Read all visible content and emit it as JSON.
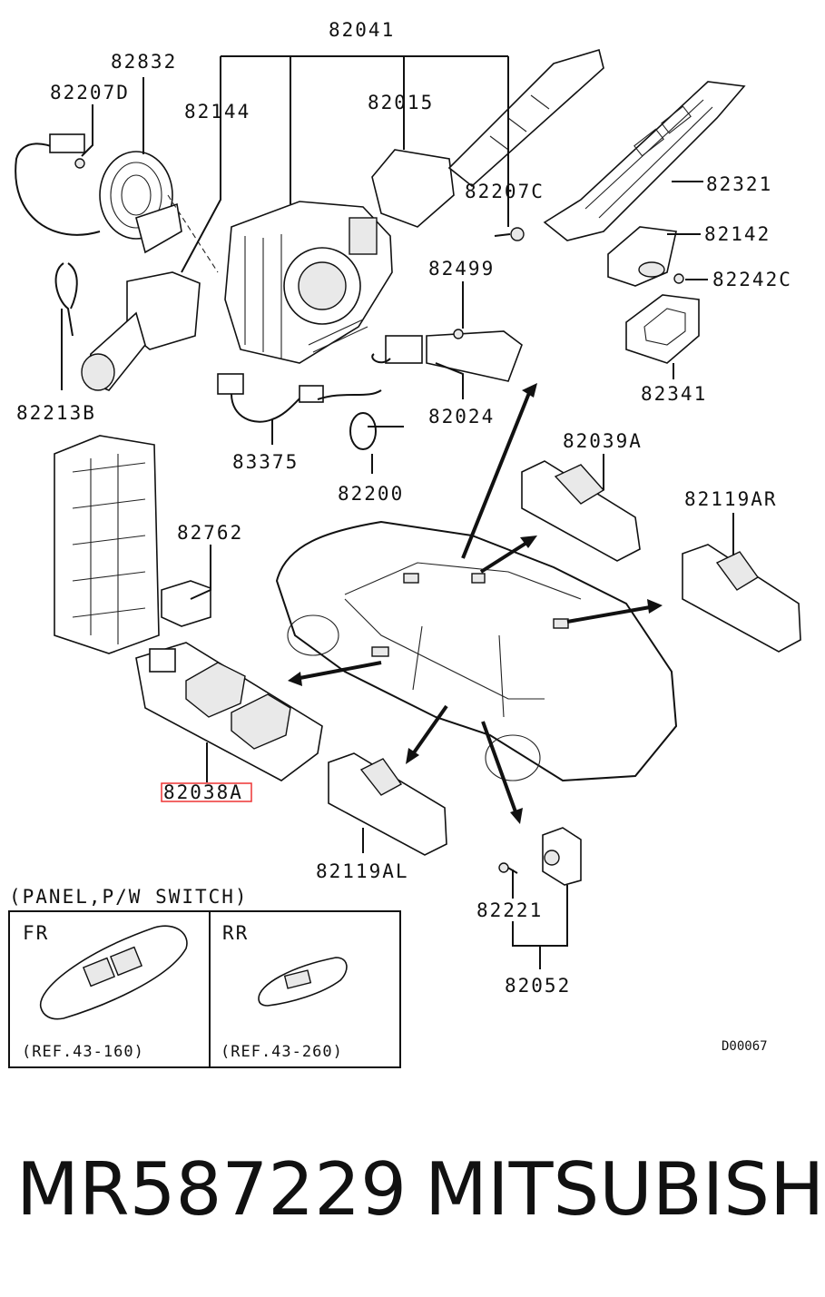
{
  "part_labels": {
    "p82041": "82041",
    "p82832": "82832",
    "p82207D": "82207D",
    "p82144": "82144",
    "p82015": "82015",
    "p82207C": "82207C",
    "p82321": "82321",
    "p82142": "82142",
    "p82242C": "82242C",
    "p82499": "82499",
    "p82341": "82341",
    "p82213B": "82213B",
    "p82024": "82024",
    "p83375": "83375",
    "p82200": "82200",
    "p82039A": "82039A",
    "p82119AR": "82119AR",
    "p82762": "82762",
    "p82038A": "82038A",
    "p82119AL": "82119AL",
    "p82221": "82221",
    "p82052": "82052"
  },
  "inset": {
    "caption": "(PANEL,P/W SWITCH)",
    "left_title": "FR",
    "left_ref": "(REF.43-160)",
    "right_title": "RR",
    "right_ref": "(REF.43-260)"
  },
  "diagram_code": "D00067",
  "footer": {
    "part_number": "MR587229",
    "brand": "MITSUBISHI"
  },
  "colors": {
    "line": "#111111",
    "highlight": "#e33333"
  }
}
